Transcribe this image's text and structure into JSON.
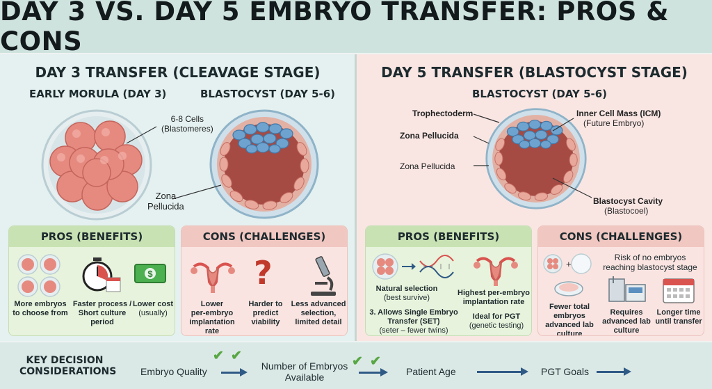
{
  "title": "DAY 3 VS. DAY 5 EMBRYO TRANSFER: PROS & CONS",
  "left": {
    "title": "DAY 3 TRANSFER (CLEAVAGE STAGE)",
    "morula_label": "EARLY MORULA (DAY 3)",
    "blastocyst_label": "BLASTOCYST (DAY 5-6)",
    "cells_label": "6-8 Cells",
    "cells_sub": "(Blastomeres)",
    "zona_label": "Zona",
    "zona_sub": "Pellucida",
    "pros": {
      "header": "PROS (BENEFITS)",
      "items": [
        {
          "l1": "More embryos",
          "l2": "to choose from",
          "l3": ""
        },
        {
          "l1": "Faster process /",
          "l2": "Short culture",
          "l3": "period"
        },
        {
          "l1": "Lower cost",
          "l2": "(usually)",
          "l3": ""
        }
      ]
    },
    "cons": {
      "header": "CONS (CHALLENGES)",
      "items": [
        {
          "l1": "Lower",
          "l2": "per-embryo",
          "l3": "implantation",
          "l4": "rate"
        },
        {
          "l1": "Harder to",
          "l2": "predict",
          "l3": "viability",
          "l4": ""
        },
        {
          "l1": "Less advanced",
          "l2": "selection,",
          "l3": "limited detail",
          "l4": ""
        }
      ]
    }
  },
  "right": {
    "title": "DAY 5 TRANSFER (BLASTOCYST STAGE)",
    "blastocyst_label": "BLASTOCYST (DAY 5-6)",
    "trophectoderm": "Trophectoderm",
    "zona_bold": "Zona Pellucida",
    "zona_plain": "Zona Pellucida",
    "icm": "Inner Cell Mass (ICM)",
    "icm_sub": "(Future Embryo)",
    "cavity": "Blastocyst Cavity",
    "cavity_sub": "(Blastocoel)",
    "pros": {
      "header": "PROS (BENEFITS)",
      "natural": "Natural selection",
      "natural_sub": "(best survive)",
      "highest_1": "Highest per-embryo",
      "highest_2": "implantation rate",
      "set_1": "3. Allows Single Embryo",
      "set_2": "Transfer (SET)",
      "set_3": "(seter – fewer twins)",
      "pgt_1": "Ideal for PGT",
      "pgt_2": "(genetic testing)"
    },
    "cons": {
      "header": "CONS (CHALLENGES)",
      "risk_1": "Risk of no embryos",
      "risk_2": "reaching blastocyst stage",
      "fewer": [
        "Fewer total",
        "embryos",
        "advanced lab",
        "culture"
      ],
      "requires": [
        "Requires",
        "advanced lab",
        "culture"
      ],
      "longer": [
        "Longer time",
        "until transfer"
      ]
    }
  },
  "bottom": {
    "label_1": "KEY DECISION",
    "label_2": "CONSIDERATIONS",
    "f1": "Embryo Quality",
    "f2a": "Number of Embryos",
    "f2b": "Available",
    "f3": "Patient Age",
    "f4": "PGT Goals"
  },
  "colors": {
    "accent_arrow": "#2f5a86",
    "check_green": "#58a744",
    "pros_header": "#c9e2b4",
    "cons_header": "#f1c7c1"
  }
}
